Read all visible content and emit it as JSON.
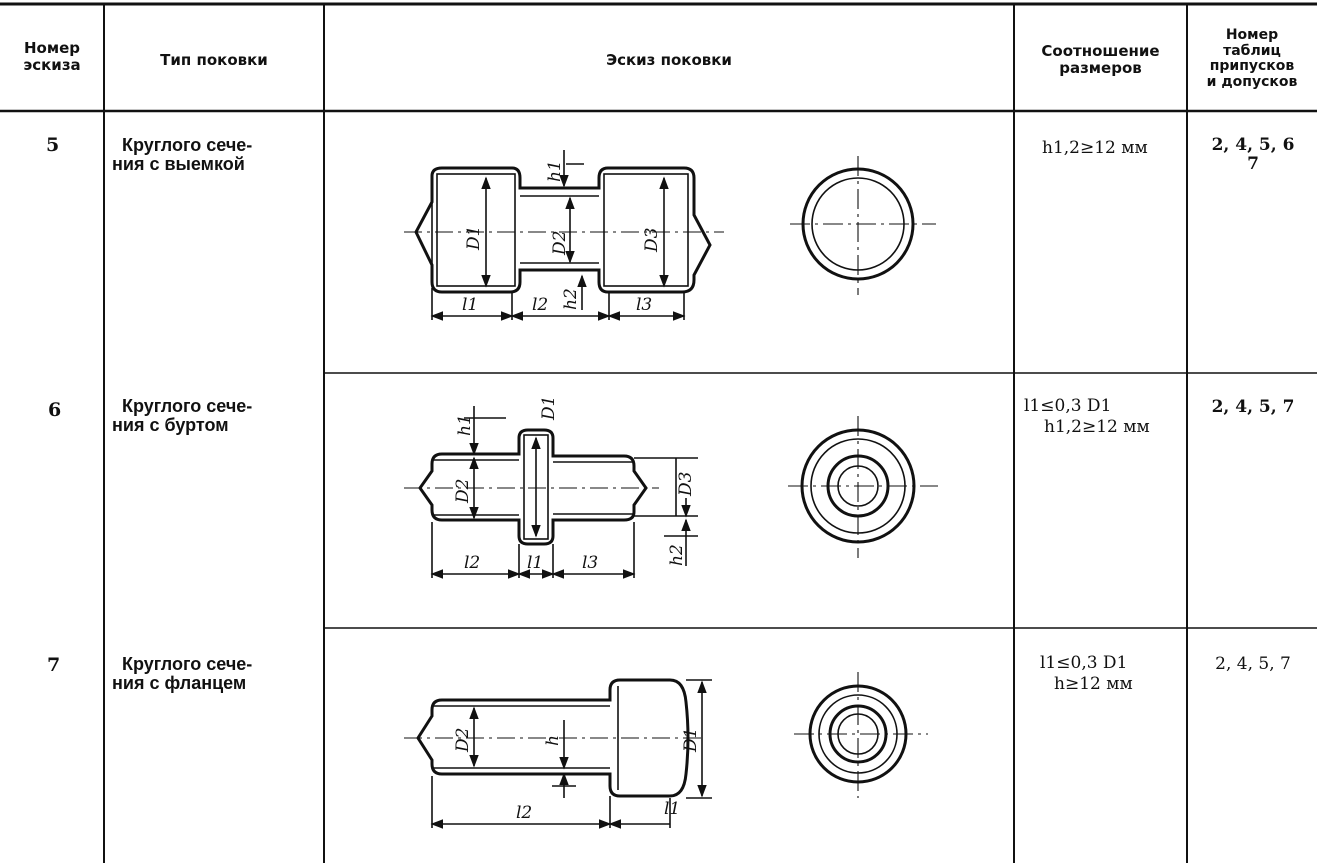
{
  "headers": {
    "sketch_no": [
      "Номер",
      "эскиза"
    ],
    "forging_type": "Тип поковки",
    "sketch": "Эскиз поковки",
    "ratio": [
      "Соотношение",
      "размеров"
    ],
    "tables": [
      "Номер",
      "таблиц",
      "припусков",
      "и допусков"
    ]
  },
  "rows": [
    {
      "number": "5",
      "type": [
        "Круглого сече-",
        "ния с выемкой"
      ],
      "ratio": [
        "h1,2≥12 мм"
      ],
      "tables": [
        "2, 4, 5, 6",
        "7"
      ],
      "dims": {
        "d1": "D1",
        "d2": "D2",
        "d3": "D3",
        "l1": "l1",
        "l2": "l2",
        "l3": "l3",
        "h1": "h1",
        "h2": "h2"
      }
    },
    {
      "number": "6",
      "type": [
        "Круглого сече-",
        "ния с буртом"
      ],
      "ratio": [
        "l1≤0,3 D1",
        "h1,2≥12 мм"
      ],
      "tables": [
        "2, 4, 5, 7"
      ],
      "dims": {
        "d1": "D1",
        "d2": "D2",
        "d3": "D3",
        "l1": "l1",
        "l2": "l2",
        "l3": "l3",
        "h1": "h1",
        "h2": "h2"
      }
    },
    {
      "number": "7",
      "type": [
        "Круглого сече-",
        "ния с фланцем"
      ],
      "ratio": [
        "l1≤0,3 D1",
        "h≥12 мм"
      ],
      "tables": [
        "2, 4, 5, 7"
      ],
      "dims": {
        "d1": "D1",
        "d2": "D2",
        "l1": "l1",
        "l2": "l2",
        "h": "h"
      }
    }
  ]
}
